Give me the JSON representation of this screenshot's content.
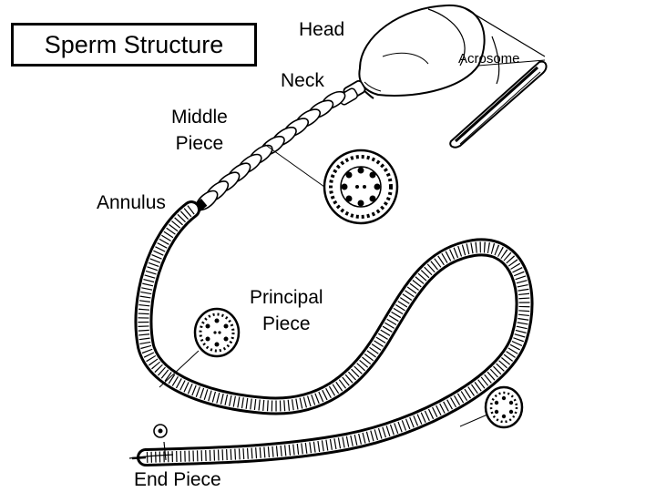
{
  "title": "Sperm Structure",
  "labels": {
    "head": "Head",
    "acrosome": "Acrosome",
    "neck": "Neck",
    "middle_piece": "Middle\nPiece",
    "annulus": "Annulus",
    "principal_piece": "Principal\nPiece",
    "end_piece": "End Piece"
  },
  "colors": {
    "ink": "#000000",
    "background": "#ffffff"
  }
}
